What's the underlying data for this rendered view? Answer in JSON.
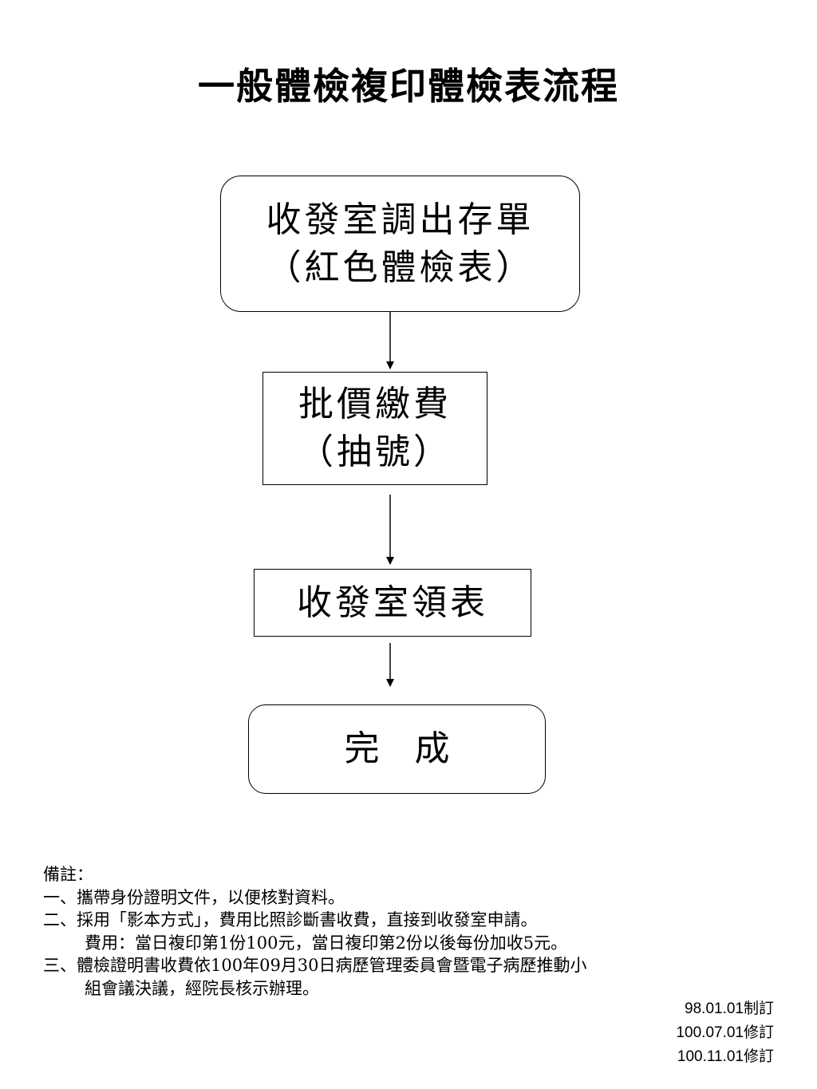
{
  "title": "一般體檢複印體檢表流程",
  "flow": {
    "step1": {
      "line1": "收發室調出存單",
      "line2": "（紅色體檢表）"
    },
    "step2": {
      "line1": "批價繳費",
      "line2": "（抽號）"
    },
    "step3": {
      "line1": "收發室領表"
    },
    "step4": {
      "line1": "完　成"
    }
  },
  "notes": {
    "heading": "備註：",
    "item1": "一、攜帶身份證明文件，以便核對資料。",
    "item2": "二、採用「影本方式」，費用比照診斷書收費，直接到收發室申請。",
    "item2_cont": "費用：當日複印第1份100元，當日複印第2份以後每份加收5元。",
    "item3": "三、體檢證明書收費依100年09月30日病歷管理委員會暨電子病歷推動小",
    "item3_cont": "組會議決議，經院長核示辦理。"
  },
  "revisions": [
    "98.01.01制訂",
    "100.07.01修訂",
    "100.11.01修訂"
  ]
}
